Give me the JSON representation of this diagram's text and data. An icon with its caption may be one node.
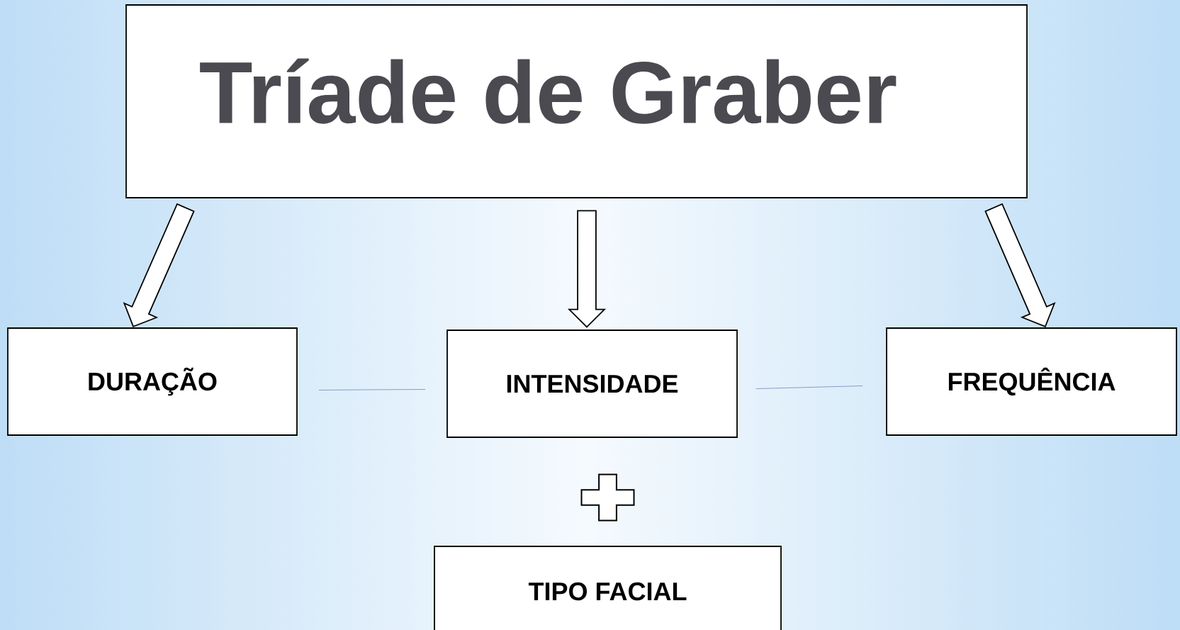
{
  "diagram": {
    "nodes": [
      {
        "text": [
          "Tríade de Graber"
        ]
      },
      {
        "text": [
          "DURAÇÃO"
        ]
      },
      {
        "text": [
          "INTENSIDADE"
        ]
      },
      {
        "text": [
          "FREQUÊNCIA"
        ]
      },
      {
        "text": [
          "TIPO FACIAL"
        ]
      }
    ],
    "edges": [
      {
        "from": 0,
        "to": 1,
        "arrow": "to",
        "style": "thick"
      },
      {
        "from": 0,
        "to": 2,
        "arrow": "to",
        "style": "thick"
      },
      {
        "from": 0,
        "to": 3,
        "arrow": "to",
        "style": "thick"
      },
      {
        "from": 1,
        "to": 2,
        "arrow": "none",
        "color": "#8a9cc4"
      },
      {
        "from": 2,
        "to": 3,
        "arrow": "none",
        "color": "#8a9cc4"
      }
    ]
  }
}
